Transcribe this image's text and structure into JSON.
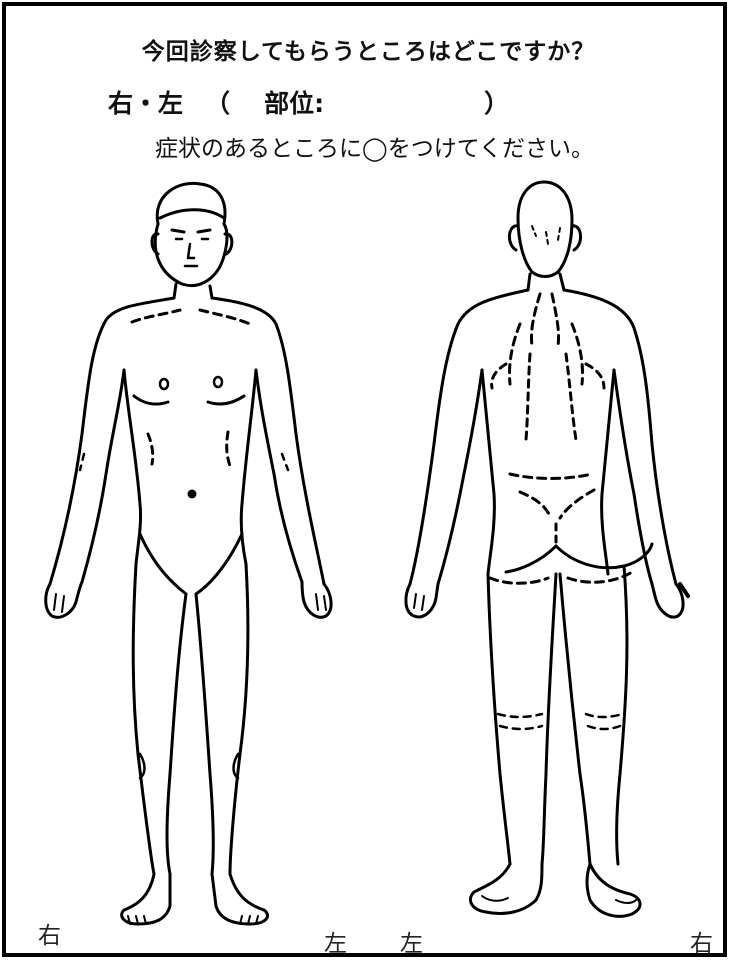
{
  "header": {
    "question": "今回診察してもらうところはどこですか？",
    "side_right": "右",
    "side_dot": "・",
    "side_left": "左",
    "paren_open": "（",
    "part_label": "部位:",
    "paren_close": "）",
    "instruction": "症状のあるところに◯をつけてください。"
  },
  "figures": {
    "front_right_label": "右",
    "front_left_label": "左",
    "back_left_label": "左",
    "back_right_label": "右"
  }
}
